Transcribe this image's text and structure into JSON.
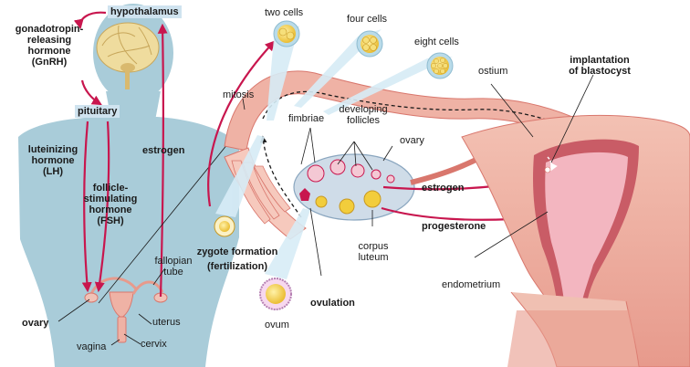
{
  "labels": {
    "hypothalamus": "hypothalamus",
    "gnrh_1": "gonadotropin-",
    "gnrh_2": "releasing",
    "gnrh_3": "hormone",
    "gnrh_4": "(GnRH)",
    "pituitary": "pituitary",
    "lh_1": "luteinizing",
    "lh_2": "hormone",
    "lh_3": "(LH)",
    "fsh_1": "follicle-",
    "fsh_2": "stimulating",
    "fsh_3": "hormone",
    "fsh_4": "(FSH)",
    "estrogen_left": "estrogen",
    "fallopian_1": "fallopian",
    "fallopian_2": "tube",
    "ovary_left": "ovary",
    "uterus": "uterus",
    "cervix": "cervix",
    "vagina": "vagina",
    "two_cells": "two cells",
    "four_cells": "four cells",
    "eight_cells": "eight cells",
    "mitosis": "mitosis",
    "fimbriae": "fimbriae",
    "developing_1": "developing",
    "developing_2": "follicles",
    "ovary_right": "ovary",
    "ostium": "ostium",
    "implantation_1": "implantation",
    "implantation_2": "of blastocyst",
    "estrogen_right": "estrogen",
    "progesterone": "progesterone",
    "corpus_1": "corpus",
    "corpus_2": "luteum",
    "zygote_1": "zygote formation",
    "zygote_2": "(fertilization)",
    "ovulation": "ovulation",
    "ovum": "ovum",
    "endometrium": "endometrium"
  },
  "colors": {
    "arrow": "#c8164e",
    "silhouette": "#a9ccd9",
    "tissue": "#efb2a5",
    "tissue_dark": "#d9776d",
    "tissue_light": "#f8d6cc",
    "label_highlight": "#cfe3ef",
    "cell_yellow": "#f2cd3c",
    "halo": "#d7ecf6"
  }
}
